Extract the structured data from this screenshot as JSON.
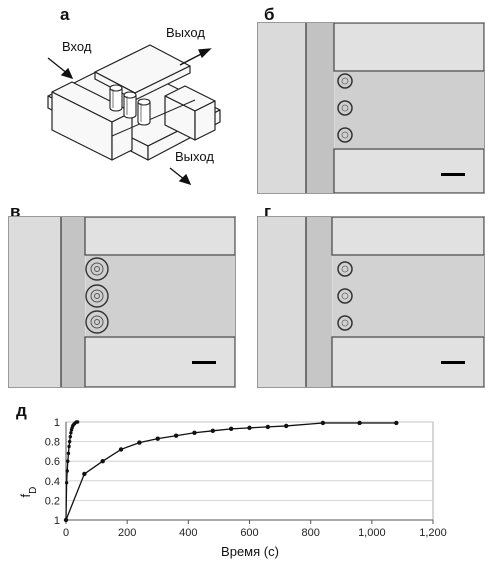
{
  "panels": {
    "a": {
      "label": "а",
      "inlet": "Вход",
      "outlet_top": "Выход",
      "outlet_bottom": "Выход"
    },
    "b": {
      "label": "б"
    },
    "c": {
      "label": "в"
    },
    "d": {
      "label": "г"
    },
    "e": {
      "label": "д"
    }
  },
  "chart_data": {
    "type": "line",
    "ylabel": "f",
    "ylabel_sub": "D",
    "xlabel": "Время (с)",
    "xlim": [
      0,
      1200
    ],
    "ylim": [
      0,
      1
    ],
    "x_ticks": [
      0,
      200,
      400,
      600,
      800,
      1000,
      1200
    ],
    "x_tick_labels": [
      "0",
      "200",
      "400",
      "600",
      "800",
      "1,000",
      "1,200"
    ],
    "y_ticks": [
      0,
      0.2,
      0.4,
      0.6,
      0.8,
      1
    ],
    "y_tick_labels": [
      "1",
      "0.2",
      "0.4",
      "0.6",
      "0.8",
      "1"
    ],
    "series": [
      {
        "color": "#111111",
        "x": [
          0,
          2,
          4,
          6,
          8,
          10,
          12,
          14,
          16,
          18,
          20,
          22,
          24,
          27,
          30,
          34,
          38
        ],
        "y": [
          0.0,
          0.38,
          0.5,
          0.6,
          0.68,
          0.75,
          0.8,
          0.85,
          0.89,
          0.92,
          0.94,
          0.96,
          0.97,
          0.98,
          0.99,
          1.0,
          1.0
        ]
      },
      {
        "color": "#111111",
        "x": [
          0,
          60,
          120,
          180,
          240,
          300,
          360,
          420,
          480,
          540,
          600,
          660,
          720,
          840,
          960,
          1080
        ],
        "y": [
          0.0,
          0.47,
          0.6,
          0.72,
          0.79,
          0.83,
          0.86,
          0.89,
          0.91,
          0.93,
          0.94,
          0.95,
          0.96,
          0.99,
          0.99,
          0.99
        ]
      }
    ]
  }
}
